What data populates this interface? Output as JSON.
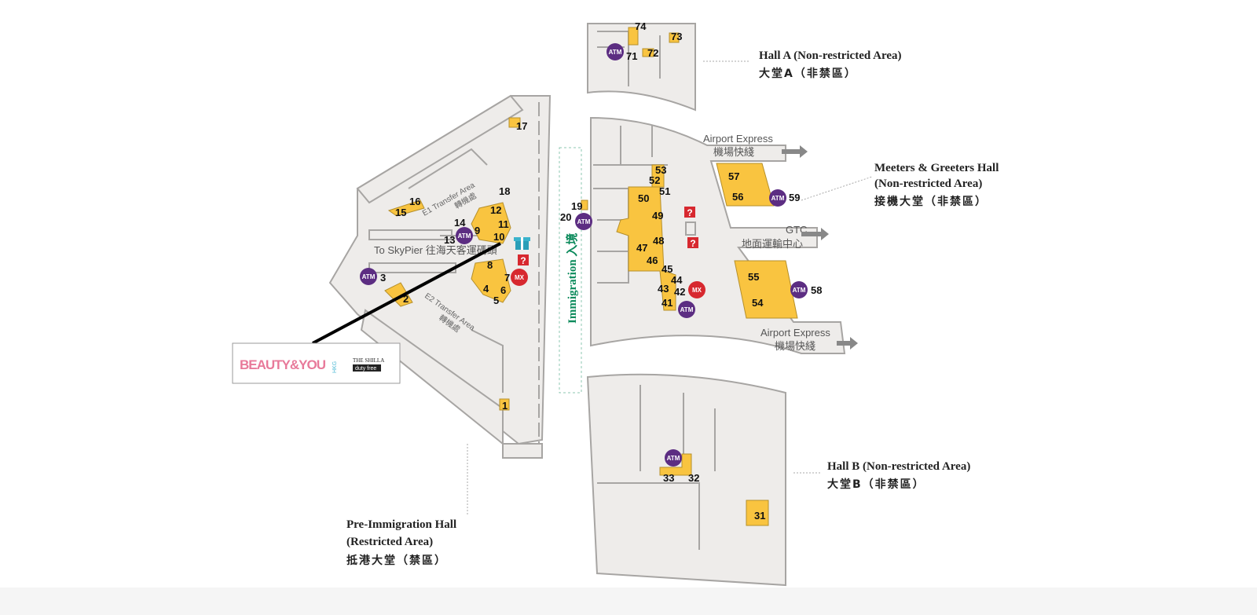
{
  "halls": {
    "hall_a": {
      "en": "Hall A (Non-restricted Area)",
      "zh": "大堂A（非禁區）"
    },
    "meeters": {
      "en1": "Meeters & Greeters Hall",
      "en2": "(Non-restricted Area)",
      "zh": "接機大堂（非禁區）"
    },
    "hall_b": {
      "en": "Hall B (Non-restricted Area)",
      "zh": "大堂B（非禁區）"
    },
    "pre_immigration": {
      "en1": "Pre-Immigration Hall",
      "en2": "(Restricted Area)",
      "zh": "抵港大堂（禁區）"
    }
  },
  "labels": {
    "airport_express_en": "Airport Express",
    "airport_express_zh": "機場快綫",
    "gtc_en": "GTC",
    "gtc_zh": "地面運輸中心",
    "skypier": "To SkyPier 往海天客運碼頭",
    "e1": "E1 Transfer Area",
    "e1_zh": "轉機處",
    "e2": "E2 Transfer Area",
    "e2_zh": "轉機處",
    "immigration": "Immigration 入境"
  },
  "shops": [
    "1",
    "2",
    "3",
    "4",
    "5",
    "6",
    "7",
    "8",
    "9",
    "10",
    "11",
    "12",
    "13",
    "14",
    "15",
    "16",
    "17",
    "18",
    "19",
    "20",
    "31",
    "32",
    "33",
    "41",
    "42",
    "43",
    "44",
    "45",
    "46",
    "47",
    "48",
    "49",
    "50",
    "51",
    "52",
    "53",
    "54",
    "55",
    "56",
    "57",
    "58",
    "59",
    "71",
    "72",
    "73",
    "74"
  ],
  "icons": {
    "atm": "ATM",
    "mx": "MX",
    "info": "?"
  },
  "promo": {
    "brand": "BEAUTY&YOU",
    "sub": "HKG",
    "partner1": "THE SHILLA",
    "partner2": "duty free"
  },
  "colors": {
    "shop": "#f9c440",
    "atm": "#5c2d82",
    "mx": "#d7282f",
    "immigration": "#0b8a5b"
  }
}
